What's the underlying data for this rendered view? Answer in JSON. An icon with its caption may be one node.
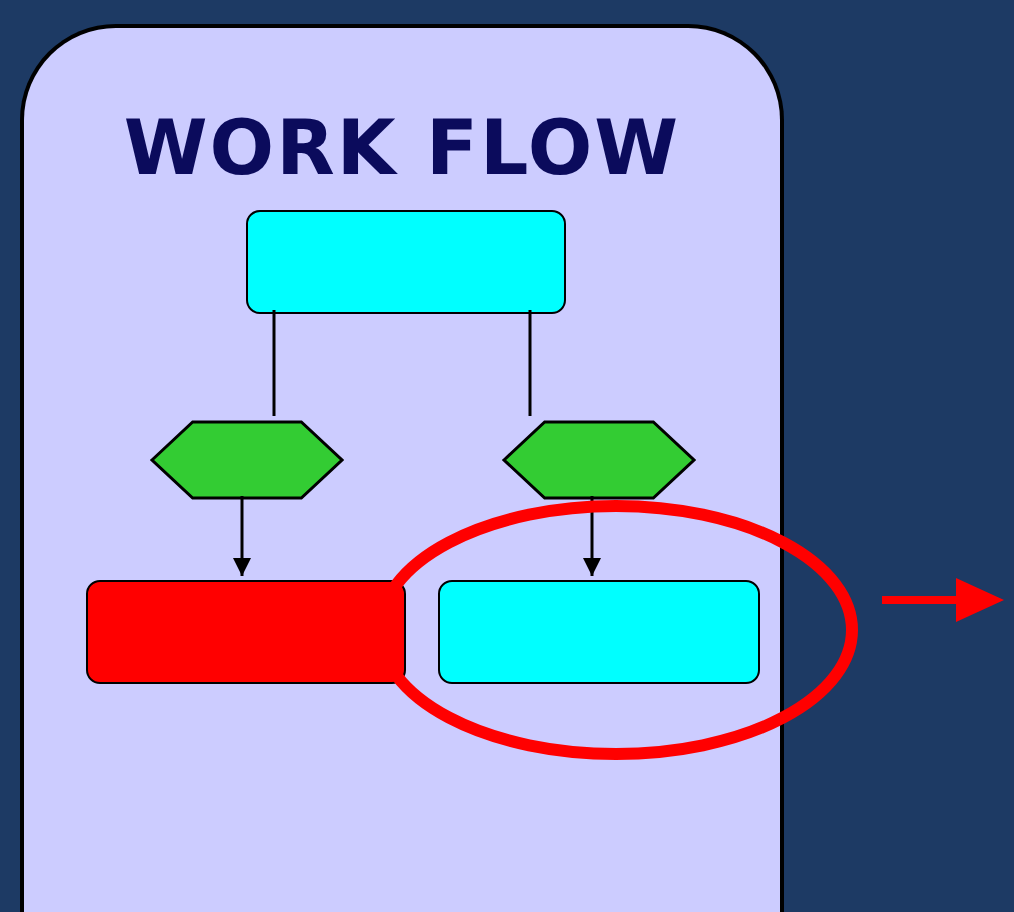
{
  "diagram": {
    "nodes": [
      {
        "text": [
          "WORK FLOW"
        ]
      },
      {
        "text": [],
        "shape": "box",
        "in": 0
      },
      {
        "text": [],
        "shape": "hexagon",
        "in": 0
      },
      {
        "text": [],
        "shape": "hexagon",
        "in": 0
      },
      {
        "text": [],
        "shape": "box",
        "in": 0
      },
      {
        "text": [],
        "shape": "box",
        "in": 0
      }
    ],
    "edges": [
      {
        "from": 1,
        "to": 2,
        "arrow": "none"
      },
      {
        "from": 1,
        "to": 3,
        "arrow": "none"
      },
      {
        "from": 2,
        "to": 4,
        "arrow": "to"
      },
      {
        "from": 3,
        "to": 5,
        "arrow": "to"
      }
    ]
  }
}
